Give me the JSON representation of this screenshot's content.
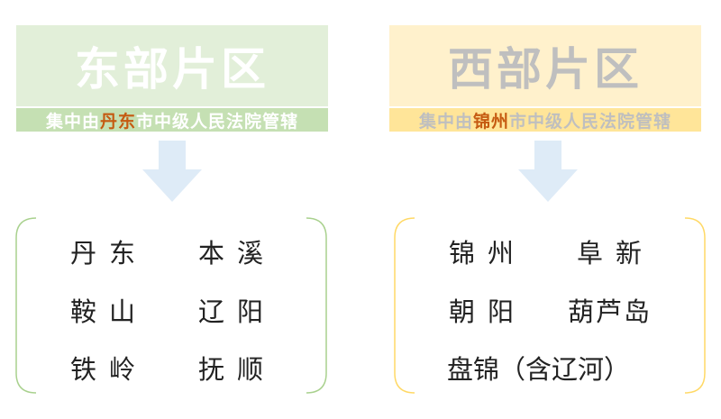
{
  "east": {
    "title": "东部片区",
    "subtitle_before": "集中由",
    "subtitle_highlight": "丹东",
    "subtitle_after": "市中级人民法院管辖",
    "cities": [
      "丹东",
      "本溪",
      "鞍山",
      "辽阳",
      "铁岭",
      "抚顺"
    ]
  },
  "west": {
    "title": "西部片区",
    "subtitle_before": "集中由",
    "subtitle_highlight": "锦州",
    "subtitle_after": "市中级人民法院管辖",
    "cities": [
      "锦州",
      "阜新",
      "朝阳",
      "葫芦岛",
      "盘锦（含辽河）"
    ]
  },
  "colors": {
    "east_band_light": "#e2efd9",
    "east_band_dark": "#c5e0b3",
    "west_band_light": "#fff1cc",
    "west_band_dark": "#ffe599",
    "highlight": "#c55a11",
    "arrow": "#deebf7",
    "east_bracket": "#a9d18e",
    "west_bracket": "#ffd966"
  }
}
